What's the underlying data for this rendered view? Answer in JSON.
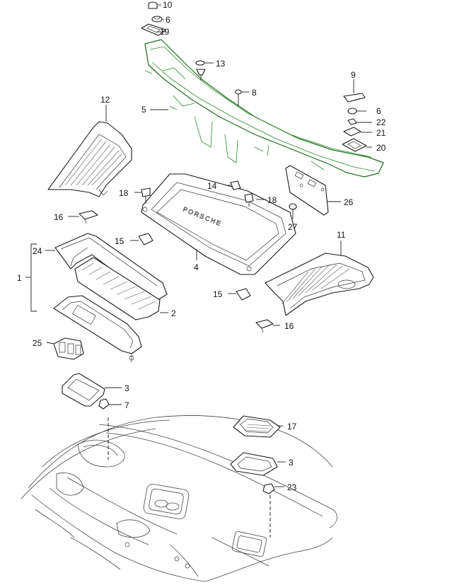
{
  "diagram": {
    "callouts": {
      "c1": "1",
      "c2": "2",
      "c3a": "3",
      "c3b": "3",
      "c4": "4",
      "c5": "5",
      "c6a": "6",
      "c6b": "6",
      "c7": "7",
      "c8": "8",
      "c9": "9",
      "c10": "10",
      "c11": "11",
      "c12": "12",
      "c13": "13",
      "c14": "14",
      "c15a": "15",
      "c15b": "15",
      "c16a": "16",
      "c16b": "16",
      "c17": "17",
      "c18a": "18",
      "c18b": "18",
      "c19": "19",
      "c20": "20",
      "c21": "21",
      "c22": "22",
      "c23": "23",
      "c24": "24",
      "c25": "25",
      "c26": "26",
      "c27": "27"
    },
    "wordmark": "PORSCHE"
  }
}
